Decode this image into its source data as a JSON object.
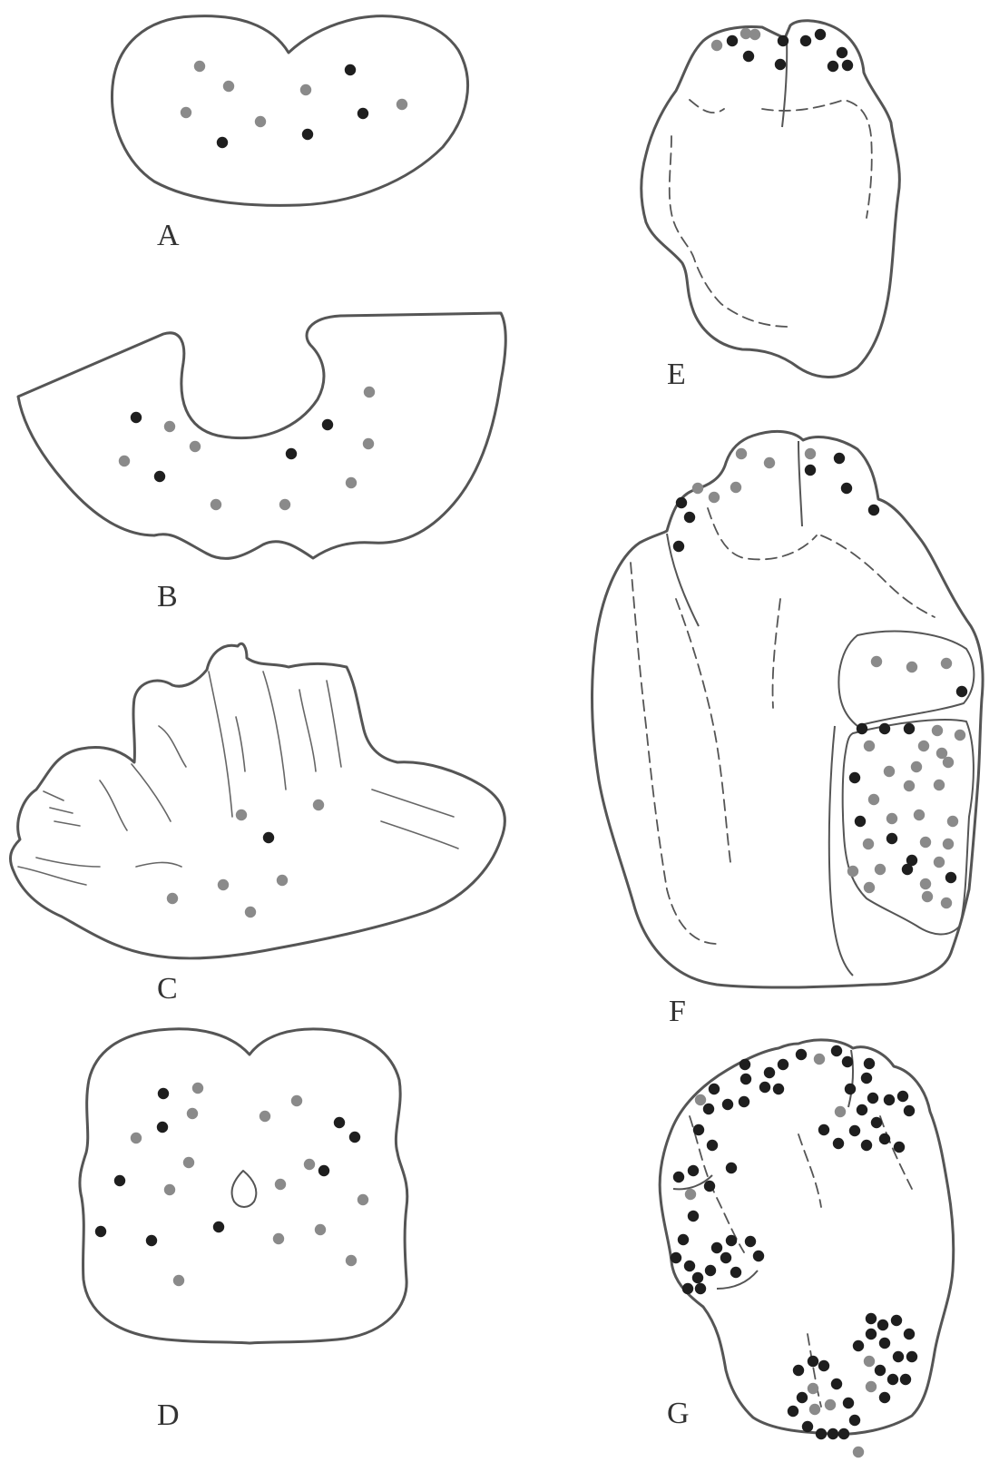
{
  "colors": {
    "dark_dot": "#1e1e1e",
    "gray_dot": "#8a8a8a",
    "outline": "#555555"
  },
  "panels": [
    {
      "id": "A",
      "label": "A"
    },
    {
      "id": "B",
      "label": "B"
    },
    {
      "id": "C",
      "label": "C"
    },
    {
      "id": "D",
      "label": "D"
    },
    {
      "id": "E",
      "label": "E"
    },
    {
      "id": "F",
      "label": "F"
    },
    {
      "id": "G",
      "label": "G"
    }
  ]
}
